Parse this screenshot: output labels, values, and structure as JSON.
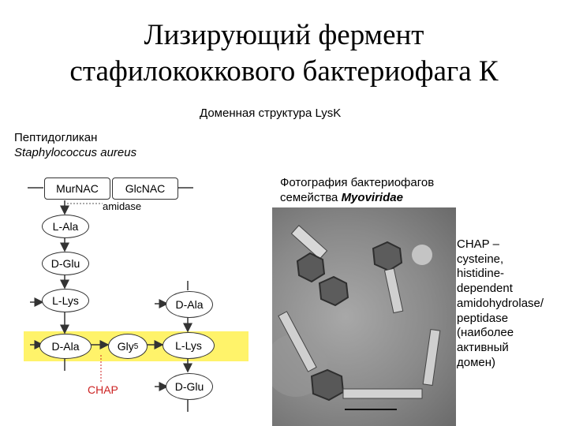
{
  "title": {
    "line1": "Лизирующий фермент",
    "line2": "стафилококкового бактериофага К"
  },
  "domain_caption": "Доменная структура LysK",
  "peptidoglycan": {
    "label": "Пептидогликан",
    "organism": "Staphylococcus aureus"
  },
  "photo_caption": {
    "line1": "Фотография бактериофагов",
    "line2_prefix": "семейства ",
    "line2_bold": "Myoviridae"
  },
  "diagram": {
    "nodes": {
      "murnac": "MurNAC",
      "glcnac": "GlcNAC",
      "lala": "L-Ala",
      "dglu": "D-Glu",
      "llys": "L-Lys",
      "dala": "D-Ala",
      "gly": "Gly",
      "gly_sub": "5",
      "llys2": "L-Lys",
      "dala2": "D-Ala",
      "dglu2": "D-Glu"
    },
    "amidase_label": "amidase",
    "chap_label": "CHAP",
    "colors": {
      "highlight": "#fff36a",
      "chap": "#cc2222",
      "node_border": "#333333"
    }
  },
  "chap_description": {
    "lines": [
      "CHAP –",
      "cysteine,",
      "histidine-",
      "dependent",
      "amidohydrolase/",
      "peptidase",
      "(наиболее",
      "активный",
      "домен)"
    ]
  }
}
